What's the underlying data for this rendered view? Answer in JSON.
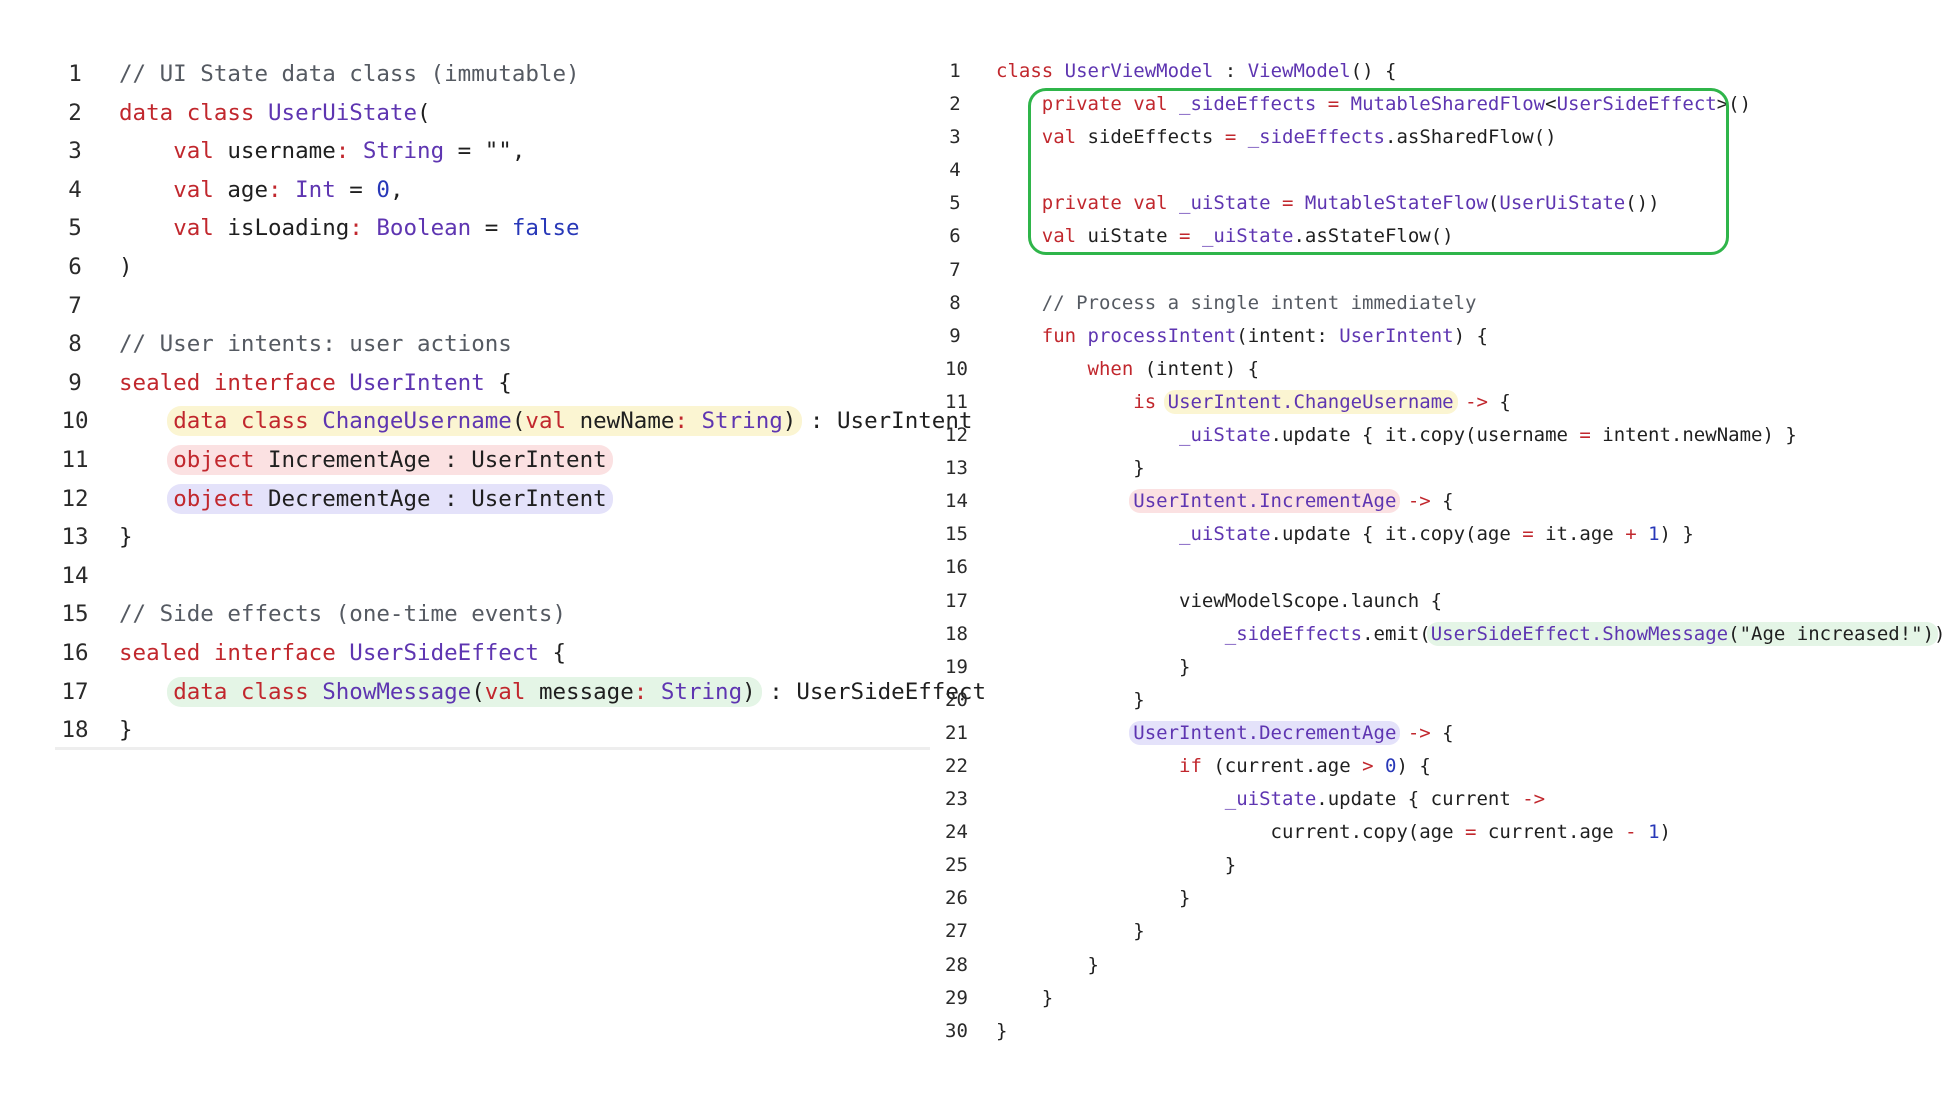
{
  "colors": {
    "keyword": "#c1272d",
    "type": "#5e35b1",
    "literal": "#2838b8",
    "comment": "#555a62",
    "highlight_yellow": "#fbf5d2",
    "highlight_red": "#fbe1e2",
    "highlight_purple": "#e4e2fa",
    "highlight_green": "#e4f5e6",
    "box_outline": "#2fb54a"
  },
  "left": {
    "lines": [
      {
        "n": "1",
        "tokens": [
          {
            "t": "// UI State data class (immutable)",
            "s": "cm"
          }
        ]
      },
      {
        "n": "2",
        "tokens": [
          {
            "t": "data class ",
            "s": "kw"
          },
          {
            "t": "UserUiState",
            "s": "ty"
          },
          {
            "t": "(",
            "s": ""
          }
        ]
      },
      {
        "n": "3",
        "tokens": [
          {
            "t": "    ",
            "s": ""
          },
          {
            "t": "val",
            "s": "kw"
          },
          {
            "t": " username",
            "s": ""
          },
          {
            "t": ": ",
            "s": "op"
          },
          {
            "t": "String",
            "s": "ty"
          },
          {
            "t": " = ",
            "s": ""
          },
          {
            "t": "\"\"",
            "s": ""
          },
          {
            "t": ",",
            "s": ""
          }
        ]
      },
      {
        "n": "4",
        "tokens": [
          {
            "t": "    ",
            "s": ""
          },
          {
            "t": "val",
            "s": "kw"
          },
          {
            "t": " age",
            "s": ""
          },
          {
            "t": ": ",
            "s": "op"
          },
          {
            "t": "Int",
            "s": "ty"
          },
          {
            "t": " = ",
            "s": ""
          },
          {
            "t": "0",
            "s": "bl"
          },
          {
            "t": ",",
            "s": ""
          }
        ]
      },
      {
        "n": "5",
        "tokens": [
          {
            "t": "    ",
            "s": ""
          },
          {
            "t": "val",
            "s": "kw"
          },
          {
            "t": " isLoading",
            "s": ""
          },
          {
            "t": ": ",
            "s": "op"
          },
          {
            "t": "Boolean",
            "s": "ty"
          },
          {
            "t": " = ",
            "s": ""
          },
          {
            "t": "false",
            "s": "bl"
          }
        ]
      },
      {
        "n": "6",
        "tokens": [
          {
            "t": ")",
            "s": ""
          }
        ]
      },
      {
        "n": "7",
        "tokens": []
      },
      {
        "n": "8",
        "tokens": [
          {
            "t": "// User intents: user actions",
            "s": "cm"
          }
        ]
      },
      {
        "n": "9",
        "tokens": [
          {
            "t": "sealed interface ",
            "s": "kw"
          },
          {
            "t": "UserIntent",
            "s": "ty"
          },
          {
            "t": " {",
            "s": ""
          }
        ]
      },
      {
        "n": "10",
        "tokens": [
          {
            "t": "    ",
            "s": ""
          },
          {
            "hl": "yellow",
            "tokens": [
              {
                "t": "data class ",
                "s": "kw"
              },
              {
                "t": "ChangeUsername",
                "s": "ty"
              },
              {
                "t": "(",
                "s": ""
              },
              {
                "t": "val",
                "s": "kw"
              },
              {
                "t": " newName",
                "s": ""
              },
              {
                "t": ": ",
                "s": "op"
              },
              {
                "t": "String",
                "s": "ty"
              },
              {
                "t": ")",
                "s": ""
              }
            ]
          },
          {
            "t": " : UserIntent",
            "s": ""
          }
        ]
      },
      {
        "n": "11",
        "tokens": [
          {
            "t": "    ",
            "s": ""
          },
          {
            "hl": "red",
            "tokens": [
              {
                "t": "object",
                "s": "kw"
              },
              {
                "t": " IncrementAge : UserIntent",
                "s": ""
              }
            ]
          }
        ]
      },
      {
        "n": "12",
        "tokens": [
          {
            "t": "    ",
            "s": ""
          },
          {
            "hl": "purple",
            "tokens": [
              {
                "t": "object",
                "s": "kw"
              },
              {
                "t": " DecrementAge : UserIntent",
                "s": ""
              }
            ]
          }
        ]
      },
      {
        "n": "13",
        "tokens": [
          {
            "t": "}",
            "s": ""
          }
        ]
      },
      {
        "n": "14",
        "tokens": []
      },
      {
        "n": "15",
        "tokens": [
          {
            "t": "// Side effects (one-time events)",
            "s": "cm"
          }
        ]
      },
      {
        "n": "16",
        "tokens": [
          {
            "t": "sealed interface ",
            "s": "kw"
          },
          {
            "t": "UserSideEffect",
            "s": "ty"
          },
          {
            "t": " {",
            "s": ""
          }
        ]
      },
      {
        "n": "17",
        "tokens": [
          {
            "t": "    ",
            "s": ""
          },
          {
            "hl": "green",
            "tokens": [
              {
                "t": "data class ",
                "s": "kw"
              },
              {
                "t": "ShowMessage",
                "s": "ty"
              },
              {
                "t": "(",
                "s": ""
              },
              {
                "t": "val",
                "s": "kw"
              },
              {
                "t": " message",
                "s": ""
              },
              {
                "t": ": ",
                "s": "op"
              },
              {
                "t": "String",
                "s": "ty"
              },
              {
                "t": ")",
                "s": ""
              }
            ]
          },
          {
            "t": " : UserSideEffect",
            "s": ""
          }
        ]
      },
      {
        "n": "18",
        "tokens": [
          {
            "t": "}",
            "s": ""
          }
        ]
      }
    ]
  },
  "right": {
    "lines": [
      {
        "n": "1",
        "tokens": [
          {
            "t": "class ",
            "s": "kw"
          },
          {
            "t": "UserViewModel",
            "s": "ty"
          },
          {
            "t": " : ",
            "s": ""
          },
          {
            "t": "ViewModel",
            "s": "ty"
          },
          {
            "t": "() {",
            "s": ""
          }
        ]
      },
      {
        "n": "2",
        "tokens": [
          {
            "t": "    ",
            "s": ""
          },
          {
            "t": "private val ",
            "s": "kw"
          },
          {
            "t": "_sideEffects",
            "s": "ty"
          },
          {
            "t": " = ",
            "s": "op"
          },
          {
            "t": "MutableSharedFlow",
            "s": "ty"
          },
          {
            "t": "<",
            "s": ""
          },
          {
            "t": "UserSideEffect",
            "s": "ty"
          },
          {
            "t": ">()",
            "s": ""
          }
        ]
      },
      {
        "n": "3",
        "tokens": [
          {
            "t": "    ",
            "s": ""
          },
          {
            "t": "val",
            "s": "kw"
          },
          {
            "t": " sideEffects ",
            "s": ""
          },
          {
            "t": "=",
            "s": "op"
          },
          {
            "t": " ",
            "s": ""
          },
          {
            "t": "_sideEffects",
            "s": "ty"
          },
          {
            "t": ".asSharedFlow()",
            "s": ""
          }
        ]
      },
      {
        "n": "4",
        "tokens": []
      },
      {
        "n": "5",
        "tokens": [
          {
            "t": "    ",
            "s": ""
          },
          {
            "t": "private val ",
            "s": "kw"
          },
          {
            "t": "_uiState",
            "s": "ty"
          },
          {
            "t": " = ",
            "s": "op"
          },
          {
            "t": "MutableStateFlow",
            "s": "ty"
          },
          {
            "t": "(",
            "s": ""
          },
          {
            "t": "UserUiState",
            "s": "ty"
          },
          {
            "t": "())",
            "s": ""
          }
        ]
      },
      {
        "n": "6",
        "tokens": [
          {
            "t": "    ",
            "s": ""
          },
          {
            "t": "val",
            "s": "kw"
          },
          {
            "t": " uiState ",
            "s": ""
          },
          {
            "t": "=",
            "s": "op"
          },
          {
            "t": " ",
            "s": ""
          },
          {
            "t": "_uiState",
            "s": "ty"
          },
          {
            "t": ".asStateFlow()",
            "s": ""
          }
        ]
      },
      {
        "n": "7",
        "tokens": []
      },
      {
        "n": "8",
        "tokens": [
          {
            "t": "    ",
            "s": ""
          },
          {
            "t": "// Process a single intent immediately",
            "s": "cm"
          }
        ]
      },
      {
        "n": "9",
        "tokens": [
          {
            "t": "    ",
            "s": ""
          },
          {
            "t": "fun ",
            "s": "kw"
          },
          {
            "t": "processIntent",
            "s": "ty"
          },
          {
            "t": "(intent: ",
            "s": ""
          },
          {
            "t": "UserIntent",
            "s": "ty"
          },
          {
            "t": ") {",
            "s": ""
          }
        ]
      },
      {
        "n": "10",
        "tokens": [
          {
            "t": "        ",
            "s": ""
          },
          {
            "t": "when",
            "s": "kw"
          },
          {
            "t": " (intent) {",
            "s": ""
          }
        ]
      },
      {
        "n": "11",
        "tokens": [
          {
            "t": "            ",
            "s": ""
          },
          {
            "t": "is",
            "s": "kw"
          },
          {
            "t": " ",
            "s": ""
          },
          {
            "hl": "yellow",
            "tokens": [
              {
                "t": "UserIntent.ChangeUsername",
                "s": "ty"
              }
            ]
          },
          {
            "t": " ",
            "s": ""
          },
          {
            "t": "->",
            "s": "op"
          },
          {
            "t": " {",
            "s": ""
          }
        ]
      },
      {
        "n": "12",
        "tokens": [
          {
            "t": "                ",
            "s": ""
          },
          {
            "t": "_uiState",
            "s": "ty"
          },
          {
            "t": ".update { it.copy(username ",
            "s": ""
          },
          {
            "t": "=",
            "s": "op"
          },
          {
            "t": " intent.newName) }",
            "s": ""
          }
        ]
      },
      {
        "n": "13",
        "tokens": [
          {
            "t": "            }",
            "s": ""
          }
        ]
      },
      {
        "n": "14",
        "tokens": [
          {
            "t": "            ",
            "s": ""
          },
          {
            "hl": "red",
            "tokens": [
              {
                "t": "UserIntent.IncrementAge",
                "s": "ty"
              }
            ]
          },
          {
            "t": " ",
            "s": ""
          },
          {
            "t": "->",
            "s": "op"
          },
          {
            "t": " {",
            "s": ""
          }
        ]
      },
      {
        "n": "15",
        "tokens": [
          {
            "t": "                ",
            "s": ""
          },
          {
            "t": "_uiState",
            "s": "ty"
          },
          {
            "t": ".update { it.copy(age ",
            "s": ""
          },
          {
            "t": "=",
            "s": "op"
          },
          {
            "t": " it.age ",
            "s": ""
          },
          {
            "t": "+",
            "s": "op"
          },
          {
            "t": " ",
            "s": ""
          },
          {
            "t": "1",
            "s": "bl"
          },
          {
            "t": ") }",
            "s": ""
          }
        ]
      },
      {
        "n": "16",
        "tokens": []
      },
      {
        "n": "17",
        "tokens": [
          {
            "t": "                viewModelScope.launch {",
            "s": ""
          }
        ]
      },
      {
        "n": "18",
        "tokens": [
          {
            "t": "                    ",
            "s": ""
          },
          {
            "t": "_sideEffects",
            "s": "ty"
          },
          {
            "t": ".emit(",
            "s": ""
          },
          {
            "hl": "green",
            "tokens": [
              {
                "t": "UserSideEffect.ShowMessage",
                "s": "ty"
              },
              {
                "t": "(\"Age increased!\")",
                "s": ""
              }
            ]
          },
          {
            "t": ")",
            "s": ""
          }
        ]
      },
      {
        "n": "19",
        "tokens": [
          {
            "t": "                }",
            "s": ""
          }
        ]
      },
      {
        "n": "20",
        "tokens": [
          {
            "t": "            }",
            "s": ""
          }
        ]
      },
      {
        "n": "21",
        "tokens": [
          {
            "t": "            ",
            "s": ""
          },
          {
            "hl": "purple",
            "tokens": [
              {
                "t": "UserIntent.DecrementAge",
                "s": "ty"
              }
            ]
          },
          {
            "t": " ",
            "s": ""
          },
          {
            "t": "->",
            "s": "op"
          },
          {
            "t": " {",
            "s": ""
          }
        ]
      },
      {
        "n": "22",
        "tokens": [
          {
            "t": "                ",
            "s": ""
          },
          {
            "t": "if",
            "s": "kw"
          },
          {
            "t": " (current.age ",
            "s": ""
          },
          {
            "t": ">",
            "s": "op"
          },
          {
            "t": " ",
            "s": ""
          },
          {
            "t": "0",
            "s": "bl"
          },
          {
            "t": ") {",
            "s": ""
          }
        ]
      },
      {
        "n": "23",
        "tokens": [
          {
            "t": "                    ",
            "s": ""
          },
          {
            "t": "_uiState",
            "s": "ty"
          },
          {
            "t": ".update { current ",
            "s": ""
          },
          {
            "t": "->",
            "s": "op"
          }
        ]
      },
      {
        "n": "24",
        "tokens": [
          {
            "t": "                        current.copy(age ",
            "s": ""
          },
          {
            "t": "=",
            "s": "op"
          },
          {
            "t": " current.age ",
            "s": ""
          },
          {
            "t": "-",
            "s": "op"
          },
          {
            "t": " ",
            "s": ""
          },
          {
            "t": "1",
            "s": "bl"
          },
          {
            "t": ")",
            "s": ""
          }
        ]
      },
      {
        "n": "25",
        "tokens": [
          {
            "t": "                    }",
            "s": ""
          }
        ]
      },
      {
        "n": "26",
        "tokens": [
          {
            "t": "                }",
            "s": ""
          }
        ]
      },
      {
        "n": "27",
        "tokens": [
          {
            "t": "            }",
            "s": ""
          }
        ]
      },
      {
        "n": "28",
        "tokens": [
          {
            "t": "        }",
            "s": ""
          }
        ]
      },
      {
        "n": "29",
        "tokens": [
          {
            "t": "    }",
            "s": ""
          }
        ]
      },
      {
        "n": "30",
        "tokens": [
          {
            "t": "}",
            "s": ""
          }
        ]
      }
    ]
  }
}
